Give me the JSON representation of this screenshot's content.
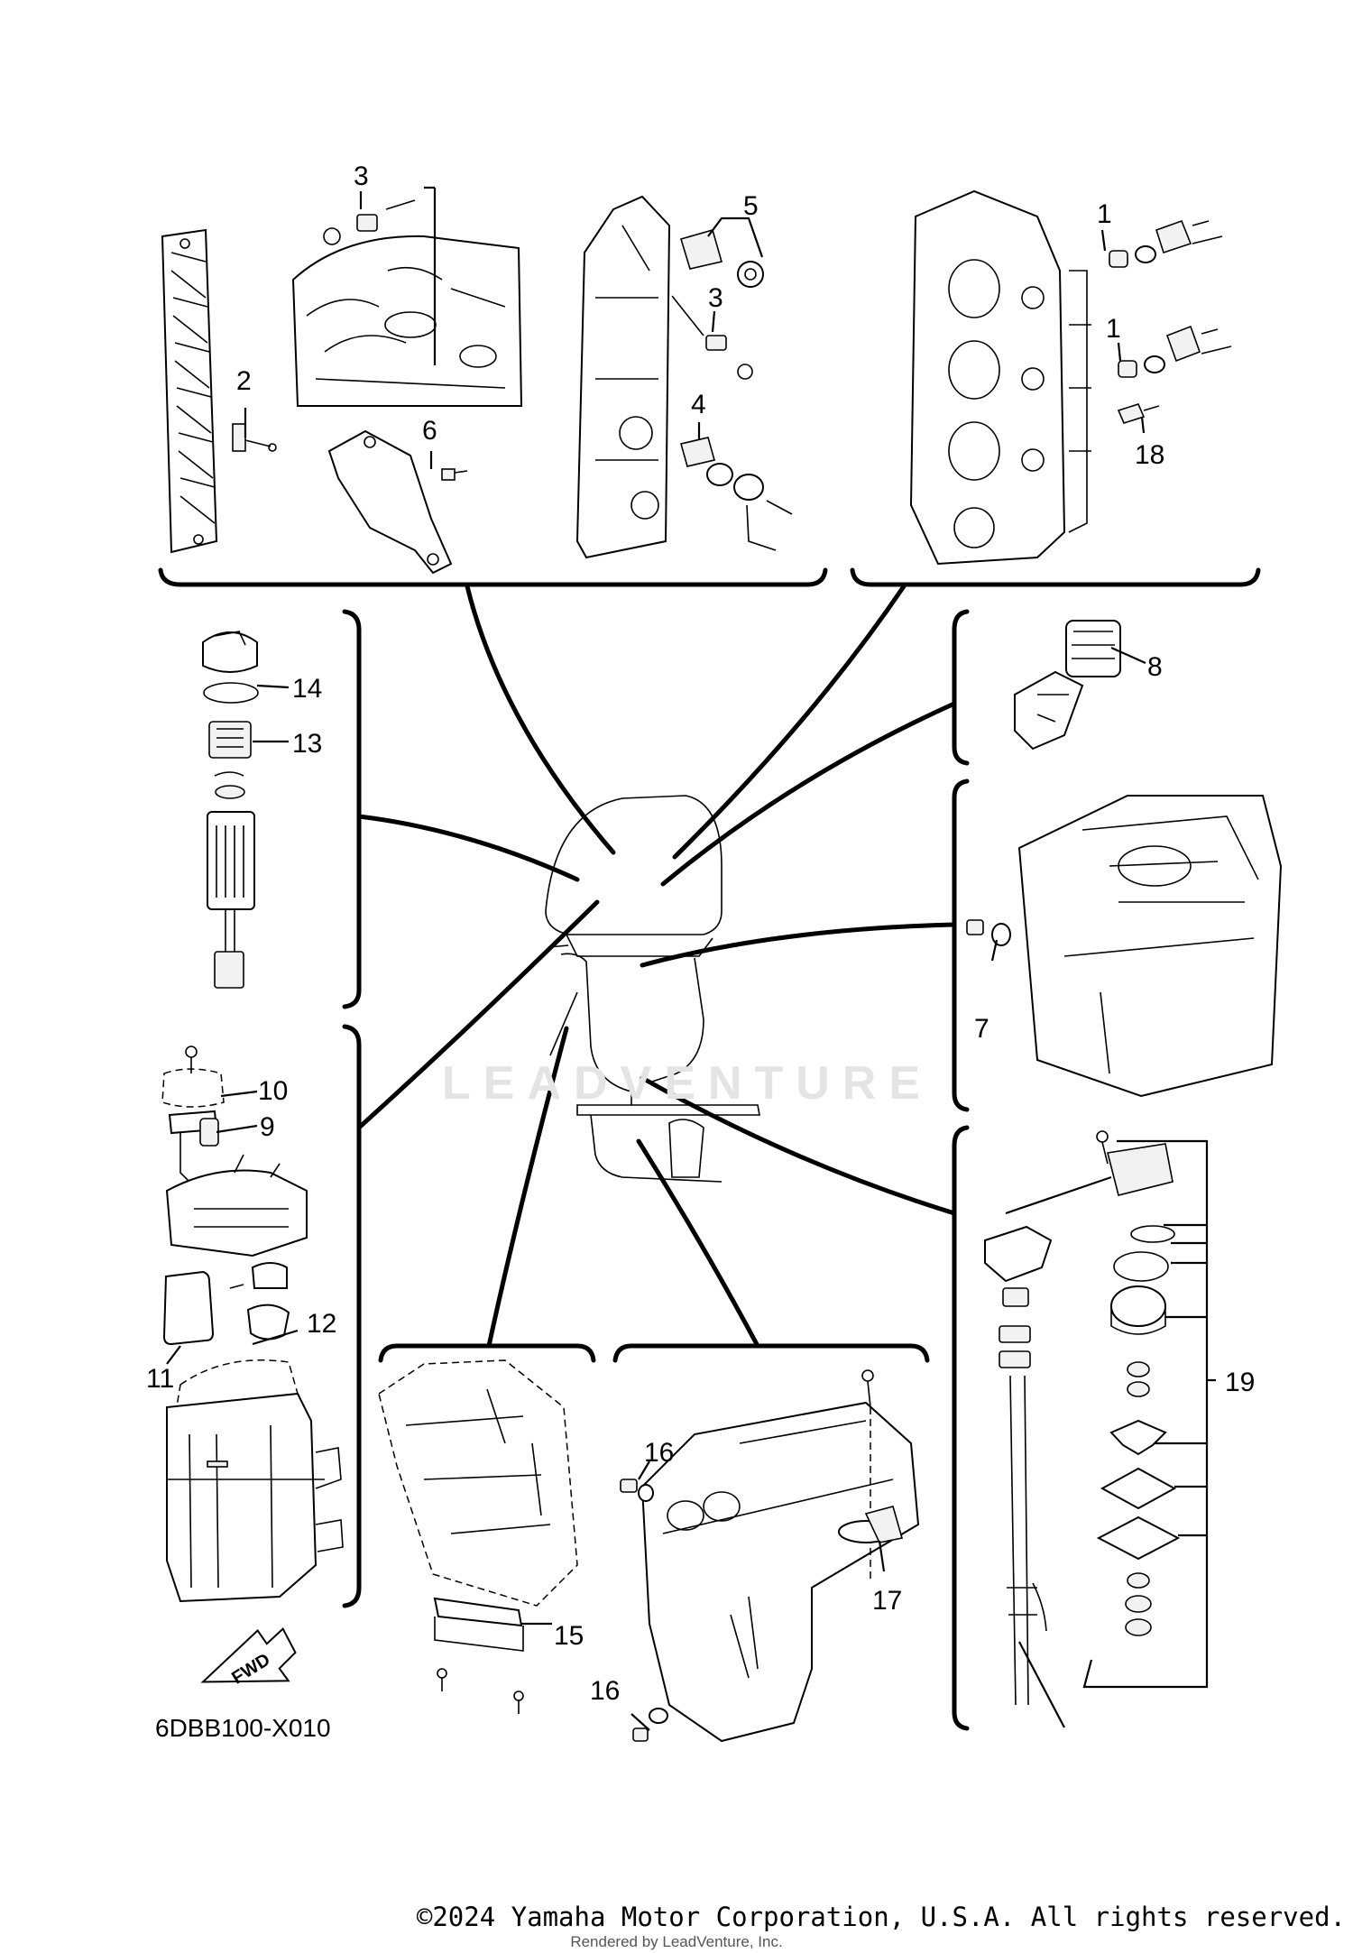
{
  "diagram": {
    "part_code": "6DBB100-X010",
    "fwd_label": "FWD",
    "watermark": "LEADVENTURE",
    "callouts": {
      "c1a": "1",
      "c1b": "1",
      "c2": "2",
      "c3a": "3",
      "c3b": "3",
      "c4": "4",
      "c5": "5",
      "c6": "6",
      "c7": "7",
      "c8": "8",
      "c9": "9",
      "c10": "10",
      "c11": "11",
      "c12": "12",
      "c13": "13",
      "c14": "14",
      "c15": "15",
      "c16a": "16",
      "c16b": "16",
      "c17": "17",
      "c18": "18",
      "c19": "19"
    }
  },
  "footer": {
    "copyright": "©2024 Yamaha Motor Corporation, U.S.A. All rights reserved.",
    "rendered_by": "Rendered by LeadVenture, Inc."
  }
}
